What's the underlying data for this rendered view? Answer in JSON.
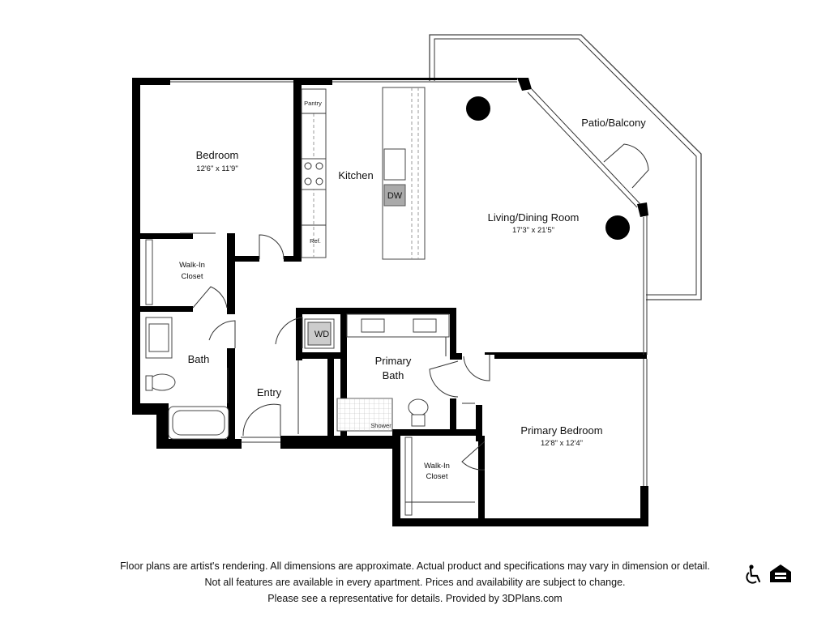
{
  "rooms": {
    "bedroom": {
      "name": "Bedroom",
      "dims": "12'6\" x 11'9\""
    },
    "walkin_closet_1": {
      "line1": "Walk-In",
      "line2": "Closet"
    },
    "bath": {
      "name": "Bath"
    },
    "kitchen": {
      "name": "Kitchen",
      "pantry": "Pantry",
      "ref": "Ref.",
      "dw": "DW"
    },
    "living": {
      "name": "Living/Dining Room",
      "dims": "17'3\" x 21'5\""
    },
    "patio": {
      "name": "Patio/Balcony"
    },
    "wd": {
      "name": "WD"
    },
    "entry": {
      "name": "Entry"
    },
    "primary_bath": {
      "line1": "Primary",
      "line2": "Bath",
      "shower": "Shower"
    },
    "walkin_closet_2": {
      "line1": "Walk-In",
      "line2": "Closet"
    },
    "primary_bedroom": {
      "name": "Primary Bedroom",
      "dims": "12'8\" x 12'4\""
    }
  },
  "disclaimer": {
    "line1": "Floor plans are artist's rendering. All dimensions are approximate. Actual product and specifications may vary in dimension or detail.",
    "line2": "Not all features are available in every apartment. Prices and availability are subject to change.",
    "line3": "Please see a representative for details. Provided by 3DPlans.com"
  },
  "icons": {
    "accessibility": "wheelchair-icon",
    "housing": "equal-housing-icon"
  }
}
